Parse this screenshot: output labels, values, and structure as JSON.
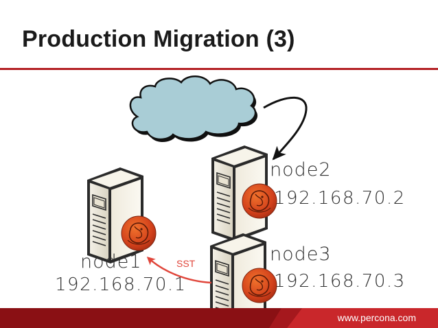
{
  "slide": {
    "title": "Production Migration (3)",
    "footer_url": "www.percona.com"
  },
  "diagram": {
    "cloud": {
      "icon": "cloud-icon",
      "fill": "#a9cdd6"
    },
    "nodes": [
      {
        "id": "node1",
        "name": "node1",
        "ip": "192.168.70.1"
      },
      {
        "id": "node2",
        "name": "node2",
        "ip": "192.168.70.2"
      },
      {
        "id": "node3",
        "name": "node3",
        "ip": "192.168.70.3"
      }
    ],
    "connections": [
      {
        "from": "cloud",
        "to": "node2",
        "label": "",
        "color": "#111111"
      },
      {
        "from": "node3",
        "to": "node1",
        "label": "SST",
        "color": "#e0453a"
      }
    ],
    "server_icon": "server-icon",
    "badge_icon": "percona-logo-icon"
  },
  "colors": {
    "accent": "#b21d21",
    "footer_dark": "#8a1014",
    "footer_light": "#c9272b",
    "sst": "#e0453a",
    "text": "#303030"
  }
}
